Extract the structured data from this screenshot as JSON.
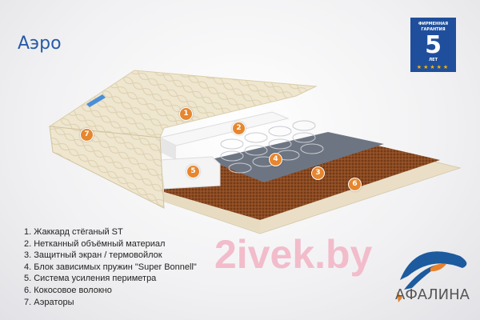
{
  "title": "Аэро",
  "badge": {
    "line1": "ФИРМЕННАЯ",
    "line2": "ГАРАНТИЯ",
    "years": "5",
    "unit": "ЛЕТ",
    "stars": "★★★★★",
    "color": "#1f4f9c"
  },
  "legend": [
    "1. Жаккард стёганый ST",
    "2. Нетканный объёмный материал",
    "3. Защитный экран / термовойлок",
    "4. Блок зависимых пружин \"Super Bonnell\"",
    "5. Система усиления периметра",
    "6. Кокосовое волокно",
    "7. Аэраторы"
  ],
  "markers": [
    "1",
    "2",
    "3",
    "4",
    "5",
    "6",
    "7"
  ],
  "logo": {
    "text": "АФАЛИНА",
    "colors": {
      "blue": "#1d5a9e",
      "orange": "#e8822a"
    }
  },
  "watermark": "2ivek.by",
  "accent": "#e6862e"
}
